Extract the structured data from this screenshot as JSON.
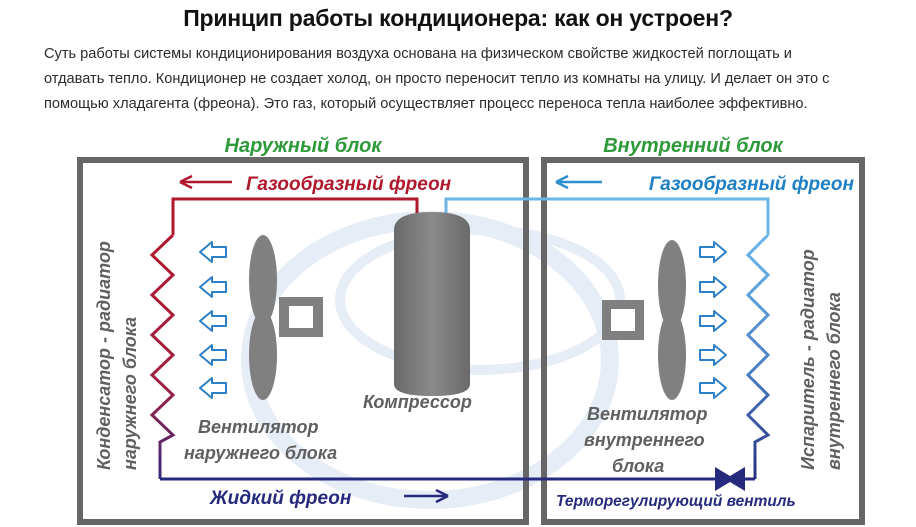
{
  "page": {
    "title": "Принцип работы кондиционера: как он устроен?",
    "intro_lines": [
      "Суть работы системы кондиционирования воздуха основана на физическом свойстве жидкостей поглощать и",
      "отдавать тепло. Кондиционер не создает холод, он просто переносит тепло из комнаты на улицу. И делает он это с",
      "помощью хладагента (фреона). Это газ, который осуществляет процесс переноса тепла наиболее эффективно."
    ]
  },
  "diagram": {
    "outdoor_unit": {
      "title": "Наружный блок",
      "gas_label": "Газообразный фреон",
      "condenser_label_1": "Конденсатор - радиатор",
      "condenser_label_2": "наружнего блока",
      "fan_label_1": "Вентилятор",
      "fan_label_2": "наружнего блока",
      "compressor_label": "Компрессор",
      "liquid_label": "Жидкий фреон"
    },
    "indoor_unit": {
      "title": "Внутренний блок",
      "gas_label": "Газообразный фреон",
      "evaporator_label_1": "Испаритель - радиатор",
      "evaporator_label_2": "внутреннего блока",
      "fan_label_1": "Вентилятор",
      "fan_label_2": "внутреннего",
      "fan_label_3": "блока",
      "valve_label": "Терморегулирующий вентиль"
    },
    "colors": {
      "title_green": "#2e9a3a",
      "hot_red": "#b0182d",
      "cold_blue": "#1d7fc4",
      "liquid_navy": "#262a7c",
      "grey_text": "#606060",
      "unit_border": "#666666",
      "fan_grey": "#808080"
    }
  }
}
